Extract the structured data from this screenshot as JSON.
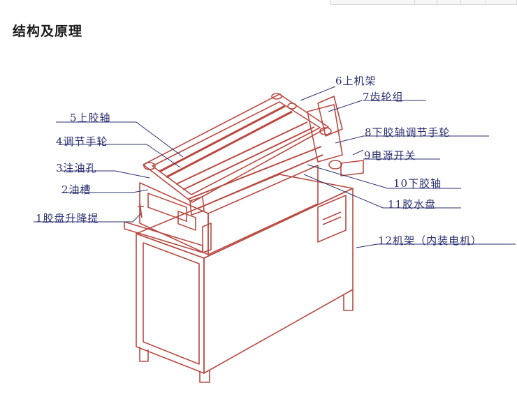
{
  "title": "结构及原理",
  "labels": [
    {
      "id": "1",
      "text": "1胶盘升降提"
    },
    {
      "id": "2",
      "text": "2油槽"
    },
    {
      "id": "3",
      "text": "3注油孔"
    },
    {
      "id": "4",
      "text": "4调节手轮"
    },
    {
      "id": "5",
      "text": "5上胶轴"
    },
    {
      "id": "6",
      "text": "6上机架"
    },
    {
      "id": "7",
      "text": "7齿轮组"
    },
    {
      "id": "8",
      "text": "8下胶轴调节手轮"
    },
    {
      "id": "9",
      "text": "9电源开关"
    },
    {
      "id": "10",
      "text": "10下胶轴"
    },
    {
      "id": "11",
      "text": "11胶水盘"
    },
    {
      "id": "12",
      "text": "12机架（内装电机）"
    }
  ],
  "colors": {
    "machine": "#b84a42",
    "callout": "#2a2f70"
  }
}
